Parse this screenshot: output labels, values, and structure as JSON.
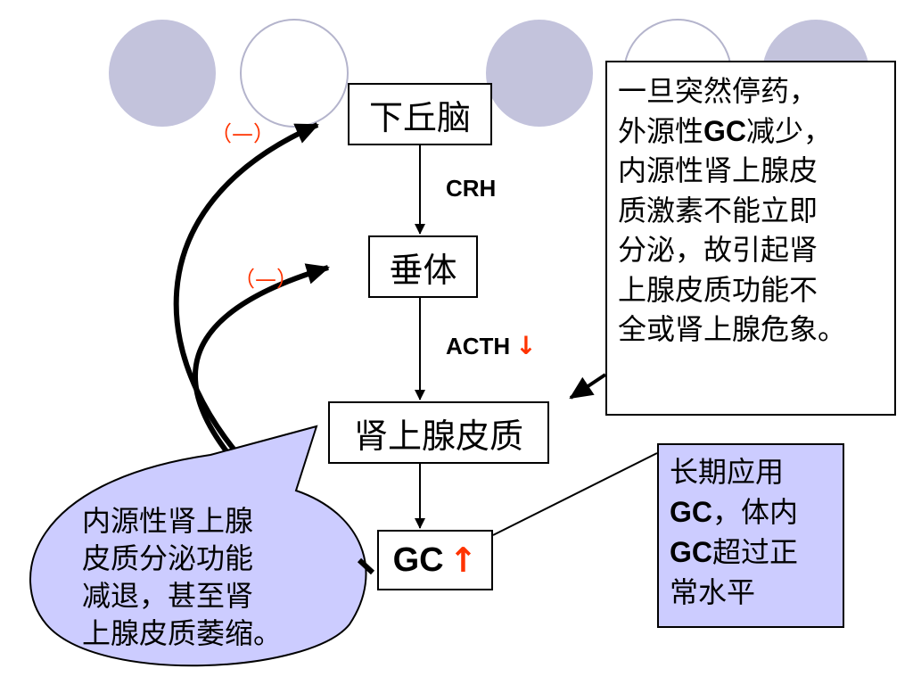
{
  "nodes": {
    "hypothalamus": "下丘脑",
    "pituitary": "垂体",
    "adrenal_cortex": "肾上腺皮质",
    "gc": "GC"
  },
  "labels": {
    "crh": "CRH",
    "acth": "ACTH"
  },
  "indicators": {
    "acth_direction": "↓",
    "gc_direction": "↑"
  },
  "feedback": {
    "negative_1": "（—）",
    "negative_2": "（—）"
  },
  "notes": {
    "withdrawal_lines": [
      {
        "pre": "一旦突然停药，",
        "bold": "",
        "post": ""
      },
      {
        "pre": "外源性",
        "bold": "GC",
        "post": "减少，"
      },
      {
        "pre": "内源性肾上腺皮",
        "bold": "",
        "post": ""
      },
      {
        "pre": "质激素不能立即",
        "bold": "",
        "post": ""
      },
      {
        "pre": "分泌，故引起肾",
        "bold": "",
        "post": ""
      },
      {
        "pre": "上腺皮质功能不",
        "bold": "",
        "post": ""
      },
      {
        "pre": "全或肾上腺危象。",
        "bold": "",
        "post": ""
      }
    ],
    "long_term_lines": [
      {
        "bold": "",
        "post": "长期应用"
      },
      {
        "bold": "GC",
        "post": "，体内"
      },
      {
        "bold": "GC",
        "post": "超过正"
      },
      {
        "bold": "",
        "post": "常水平"
      }
    ],
    "atrophy_lines": [
      "内源性肾上腺",
      "皮质分泌功能",
      "减退，甚至肾",
      "上腺皮质萎缩。"
    ]
  },
  "colors": {
    "decor_circle_fill": "#c3c3dc",
    "decor_circle_stroke": "#b4b4cc",
    "callout_fill": "#ccccff",
    "negative_mark": "#ff3300",
    "arrow_indicator": "#ff3300"
  }
}
